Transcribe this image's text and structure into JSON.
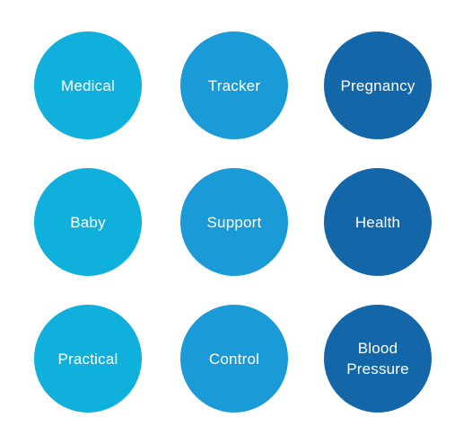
{
  "colors": {
    "light": "#0fb0dc",
    "medium": "#1a9ad6",
    "dark": "#1366a8"
  },
  "circles": [
    {
      "label": "Medical",
      "tone": "light"
    },
    {
      "label": "Tracker",
      "tone": "medium"
    },
    {
      "label": "Pregnancy",
      "tone": "dark"
    },
    {
      "label": "Baby",
      "tone": "light"
    },
    {
      "label": "Support",
      "tone": "medium"
    },
    {
      "label": "Health",
      "tone": "dark"
    },
    {
      "label": "Practical",
      "tone": "light"
    },
    {
      "label": "Control",
      "tone": "medium"
    },
    {
      "label": "Blood\nPressure",
      "tone": "dark"
    }
  ]
}
